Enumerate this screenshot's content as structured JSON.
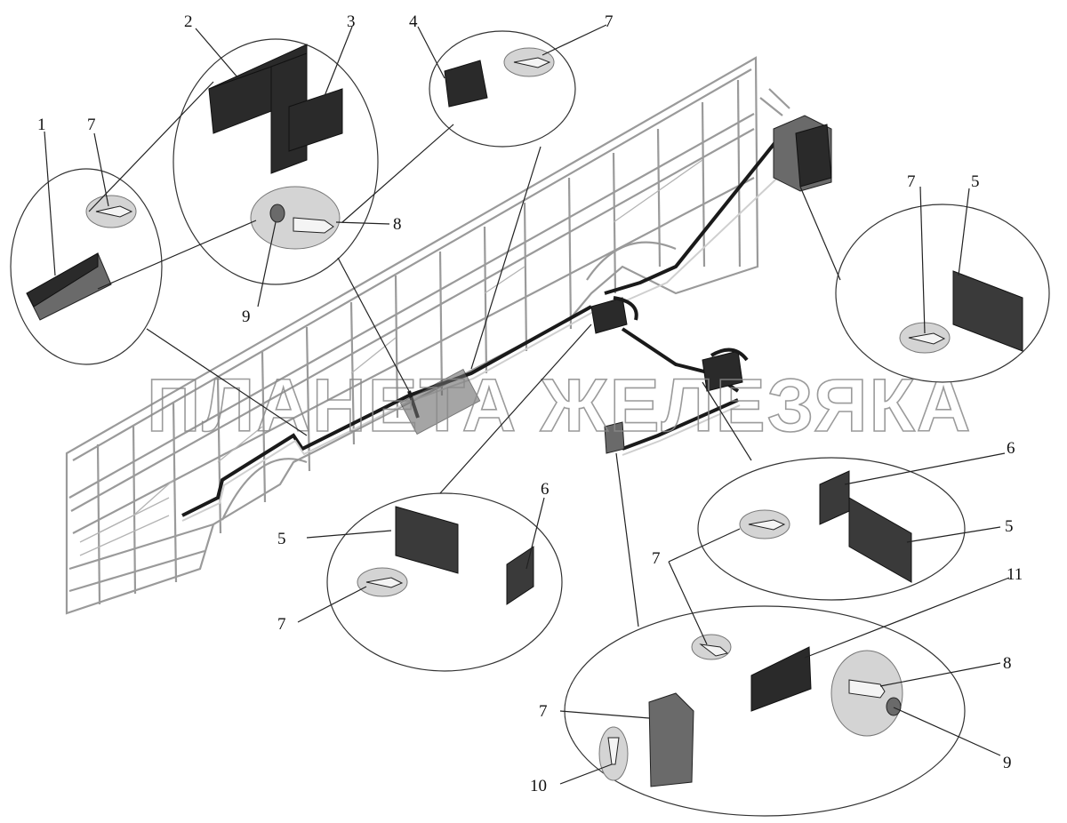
{
  "watermark": "ПЛАНЕТА ЖЕЛЕЗЯКА",
  "callouts": {
    "c1": "1",
    "c2": "2",
    "c3": "3",
    "c4": "4",
    "c5a": "5",
    "c5b": "5",
    "c5c": "5",
    "c6a": "6",
    "c6b": "6",
    "c7a": "7",
    "c7b": "7",
    "c7c": "7",
    "c7d": "7",
    "c7e": "7",
    "c7f": "7",
    "c8a": "8",
    "c8b": "8",
    "c9a": "9",
    "c9b": "9",
    "c10": "10",
    "c11": "11"
  },
  "colors": {
    "frame": "#9a9a9a",
    "part": "#2a2a2a",
    "screw_bg": "#d4d4d4"
  }
}
